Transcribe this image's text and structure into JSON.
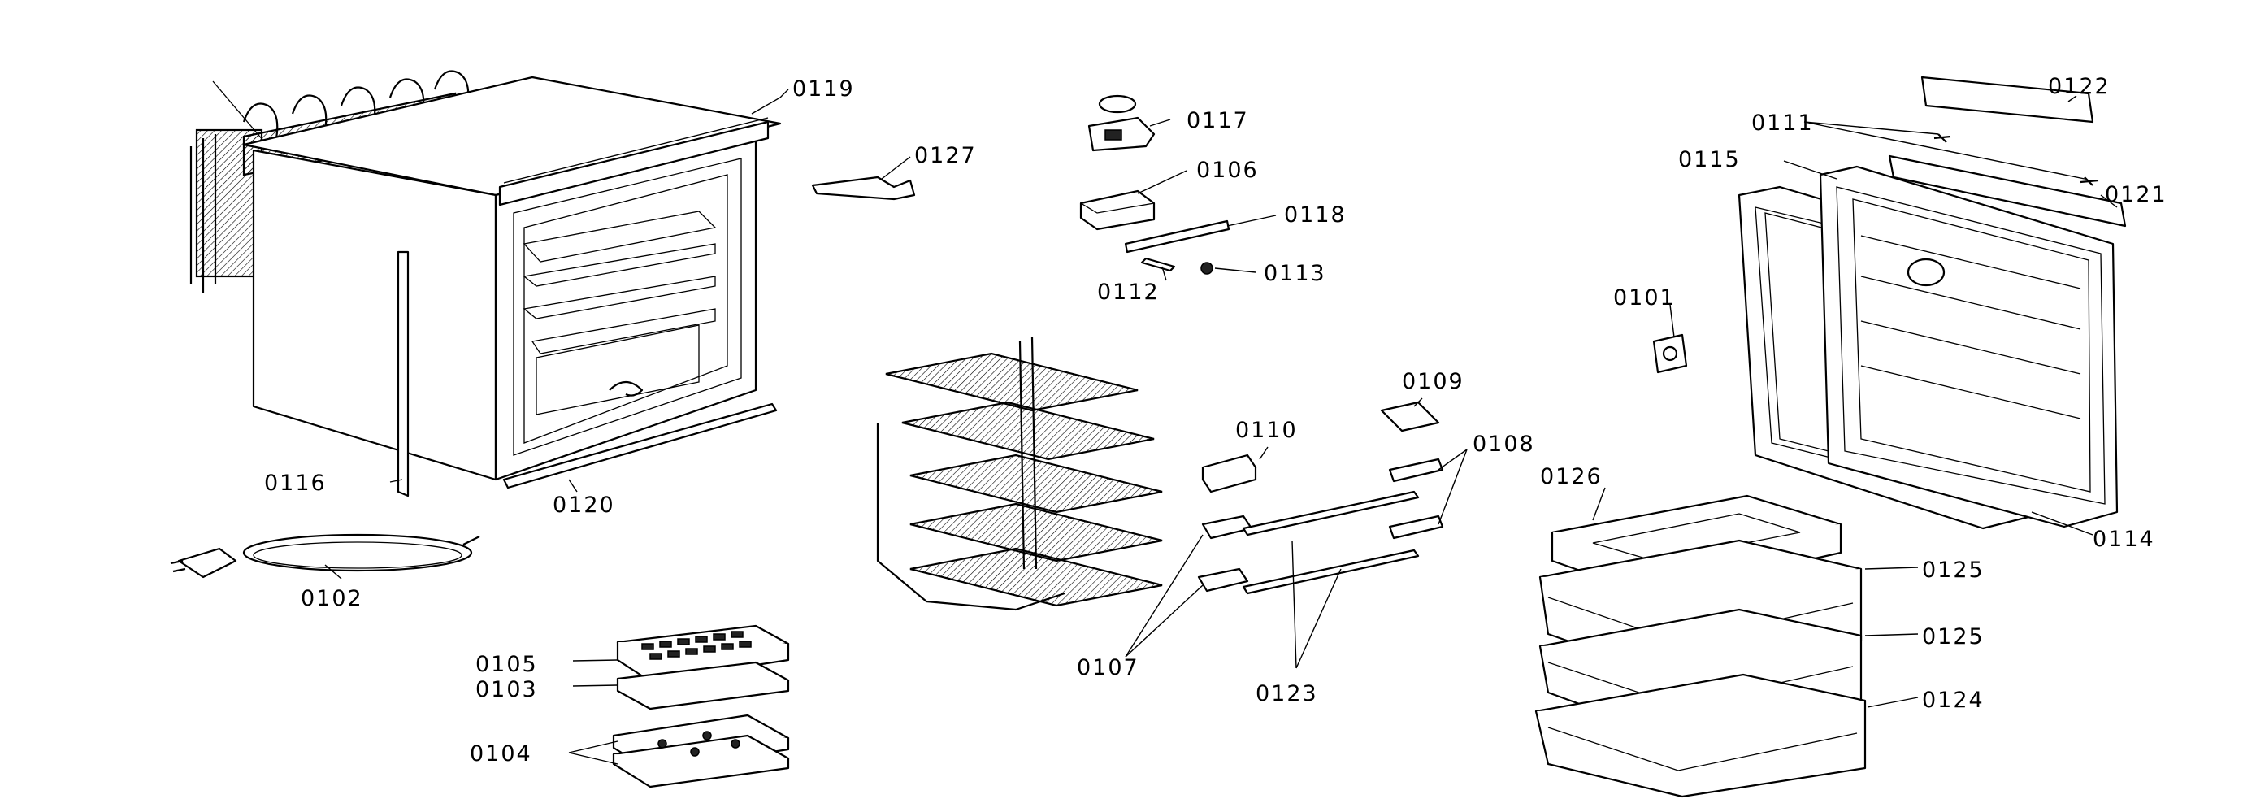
{
  "labels": {
    "p0101": "0101",
    "p0102": "0102",
    "p0103": "0103",
    "p0104": "0104",
    "p0105": "0105",
    "p0106": "0106",
    "p0107": "0107",
    "p0108": "0108",
    "p0109": "0109",
    "p0110": "0110",
    "p0111": "0111",
    "p0112": "0112",
    "p0113": "0113",
    "p0114": "0114",
    "p0115": "0115",
    "p0116": "0116",
    "p0117": "0117",
    "p0118": "0118",
    "p0119": "0119",
    "p0120": "0120",
    "p0121": "0121",
    "p0122": "0122",
    "p0123": "0123",
    "p0124": "0124",
    "p0125a": "0125",
    "p0125b": "0125",
    "p0126": "0126",
    "p0127": "0127"
  }
}
